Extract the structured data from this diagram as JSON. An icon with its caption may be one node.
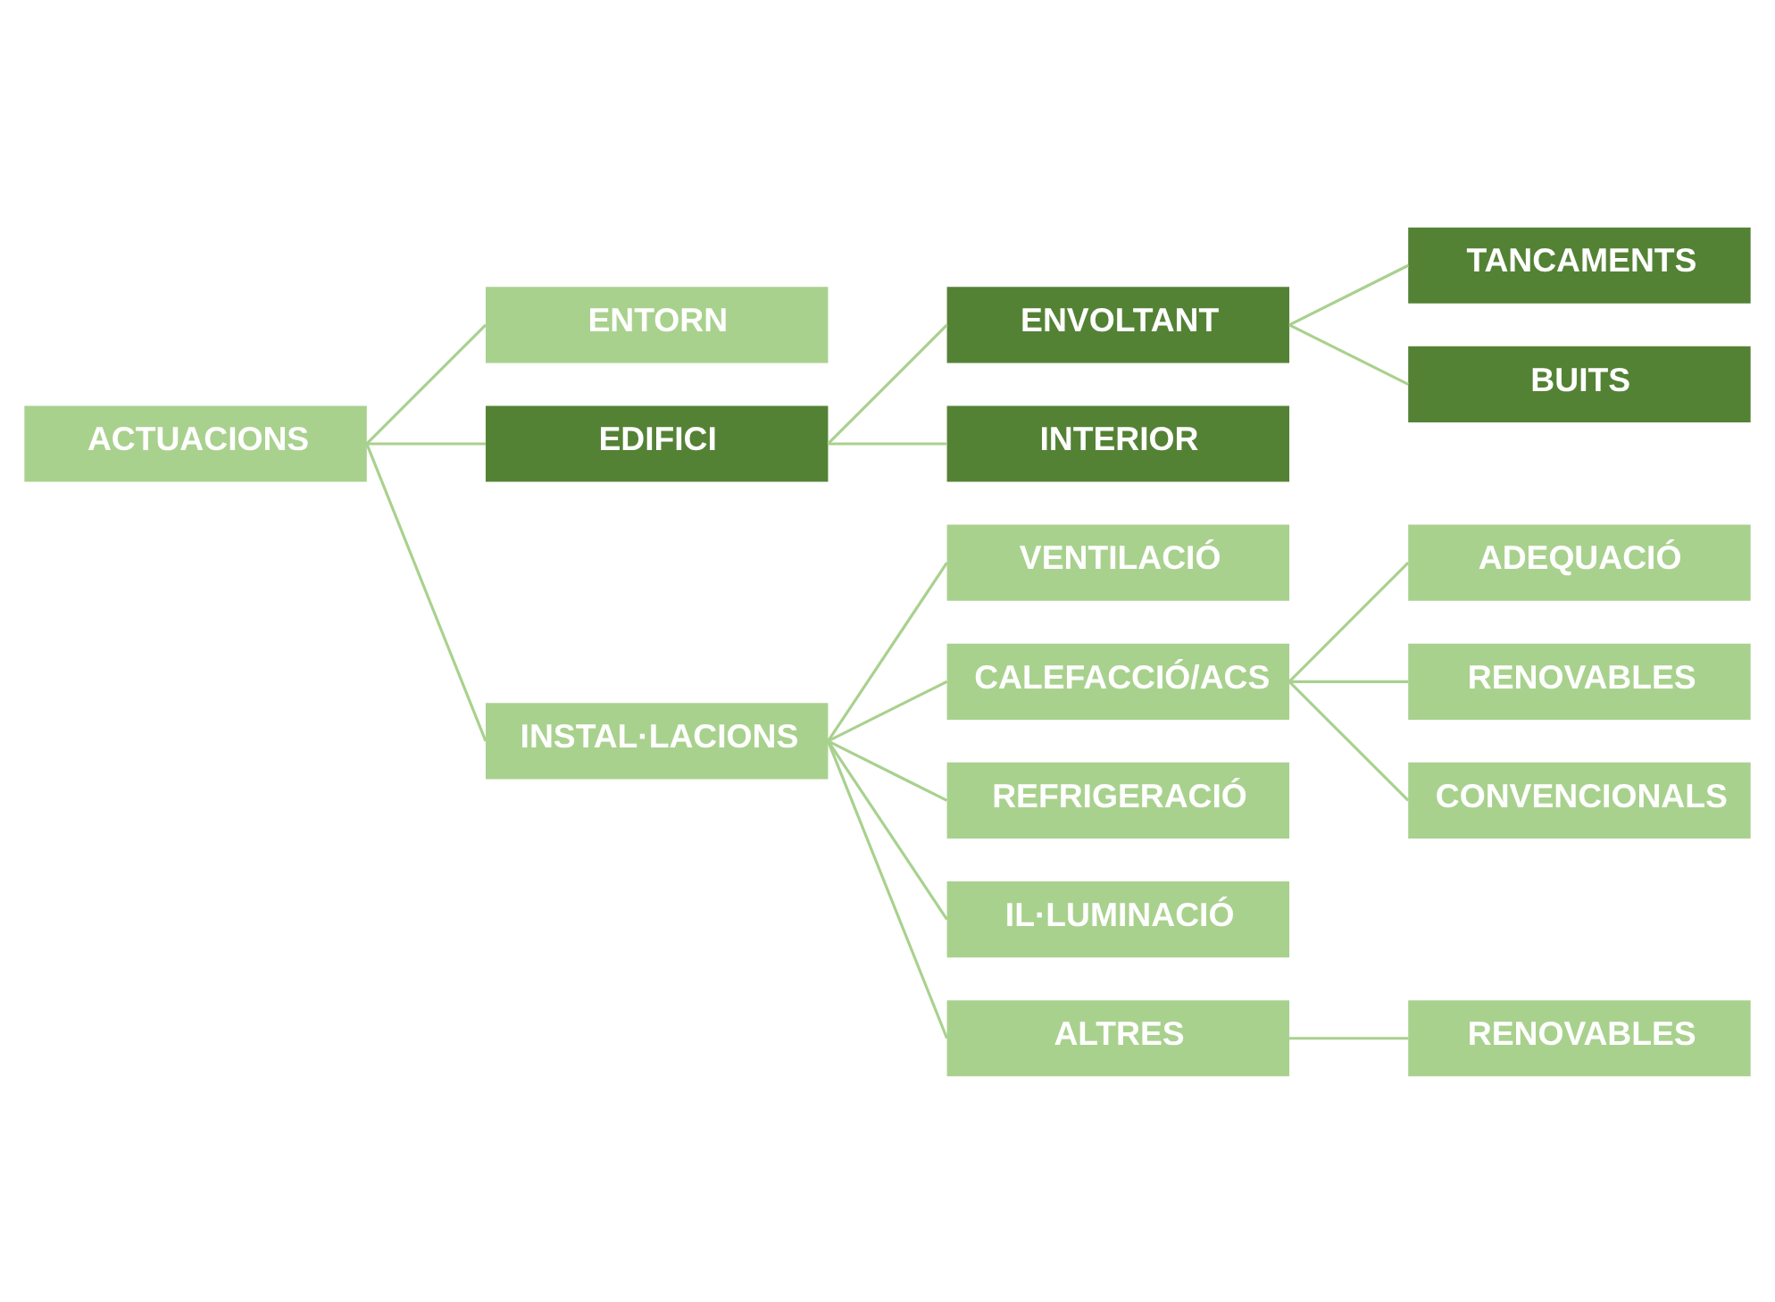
{
  "diagram": {
    "nodes": [
      {
        "text": [
          "ACTUACIONS"
        ]
      },
      {
        "text": [
          "ENTORN"
        ]
      },
      {
        "text": [
          "EDIFICI"
        ]
      },
      {
        "text": [
          "ENVOLTANT"
        ]
      },
      {
        "text": [
          "TANCAMENTS"
        ]
      },
      {
        "text": [
          "BUITS"
        ]
      },
      {
        "text": [
          "INTERIOR"
        ]
      },
      {
        "text": [
          "INSTAL·LACIONS"
        ]
      },
      {
        "text": [
          "VENTILACIÓ"
        ]
      },
      {
        "text": [
          "CALEFACCIÓ/ACS"
        ]
      },
      {
        "text": [
          "ADEQUACIÓ"
        ]
      },
      {
        "text": [
          "RENOVABLES"
        ]
      },
      {
        "text": [
          "CONVENCIONALS"
        ]
      },
      {
        "text": [
          "REFRIGERACIÓ"
        ]
      },
      {
        "text": [
          "IL·LUMINACIÓ"
        ]
      },
      {
        "text": [
          "ALTRES"
        ]
      },
      {
        "text": [
          "RENOVABLES"
        ]
      }
    ],
    "edges": [
      {
        "from": 0,
        "to": 1,
        "arrow": "none"
      },
      {
        "from": 0,
        "to": 2,
        "arrow": "none"
      },
      {
        "from": 0,
        "to": 7,
        "arrow": "none"
      },
      {
        "from": 2,
        "to": 3,
        "arrow": "none"
      },
      {
        "from": 2,
        "to": 6,
        "arrow": "none"
      },
      {
        "from": 3,
        "to": 4,
        "arrow": "none"
      },
      {
        "from": 3,
        "to": 5,
        "arrow": "none"
      },
      {
        "from": 7,
        "to": 8,
        "arrow": "none"
      },
      {
        "from": 7,
        "to": 9,
        "arrow": "none"
      },
      {
        "from": 7,
        "to": 13,
        "arrow": "none"
      },
      {
        "from": 7,
        "to": 14,
        "arrow": "none"
      },
      {
        "from": 7,
        "to": 15,
        "arrow": "none"
      },
      {
        "from": 9,
        "to": 10,
        "arrow": "none"
      },
      {
        "from": 9,
        "to": 11,
        "arrow": "none"
      },
      {
        "from": 9,
        "to": 12,
        "arrow": "none"
      },
      {
        "from": 15,
        "to": 16,
        "arrow": "none"
      }
    ]
  }
}
